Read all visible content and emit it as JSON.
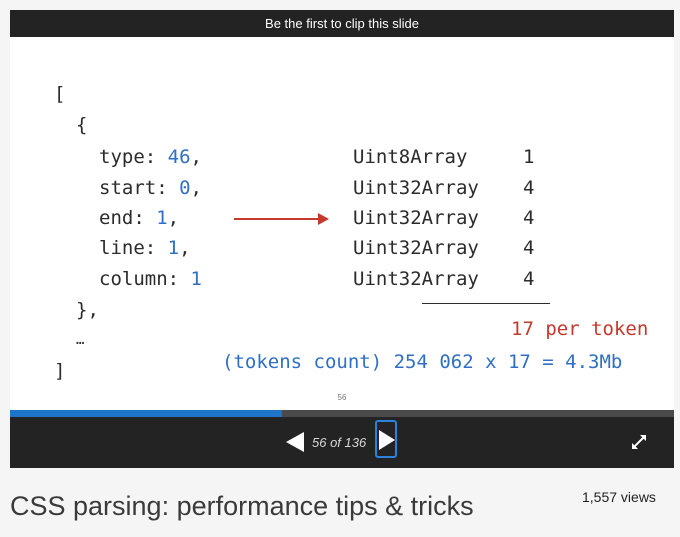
{
  "player": {
    "clip_text": "Be the first to clip this slide",
    "slide_number": "56",
    "page_counter": "56 of 136",
    "progress": 0.41
  },
  "slide": {
    "bracket_open": "[",
    "brace_open": "{",
    "fields": [
      {
        "key": "type:",
        "value": "46",
        "suffix": ","
      },
      {
        "key": "start:",
        "value": "0",
        "suffix": ","
      },
      {
        "key": "end:",
        "value": "1",
        "suffix": ","
      },
      {
        "key": "line:",
        "value": "1",
        "suffix": ","
      },
      {
        "key": "column:",
        "value": "1",
        "suffix": ""
      }
    ],
    "brace_close": "},",
    "ellipsis": "…",
    "bracket_close": "]",
    "types": [
      {
        "name": "Uint8Array",
        "size": "1"
      },
      {
        "name": "Uint32Array",
        "size": "4"
      },
      {
        "name": "Uint32Array",
        "size": "4"
      },
      {
        "name": "Uint32Array",
        "size": "4"
      },
      {
        "name": "Uint32Array",
        "size": "4"
      }
    ],
    "per_token": "17 per token",
    "formula": "(tokens count) 254 062 x 17 = 4.3Mb"
  },
  "page": {
    "title": "CSS parsing: performance tips & tricks",
    "views": "1,557 views"
  },
  "colors": {
    "accent": "#1e74c9",
    "code_red": "#c3392b",
    "code_blue": "#2f6fc4"
  },
  "icons": {
    "prev": "triangle-left-icon",
    "next": "triangle-right-icon",
    "fullscreen": "expand-arrows-icon"
  }
}
